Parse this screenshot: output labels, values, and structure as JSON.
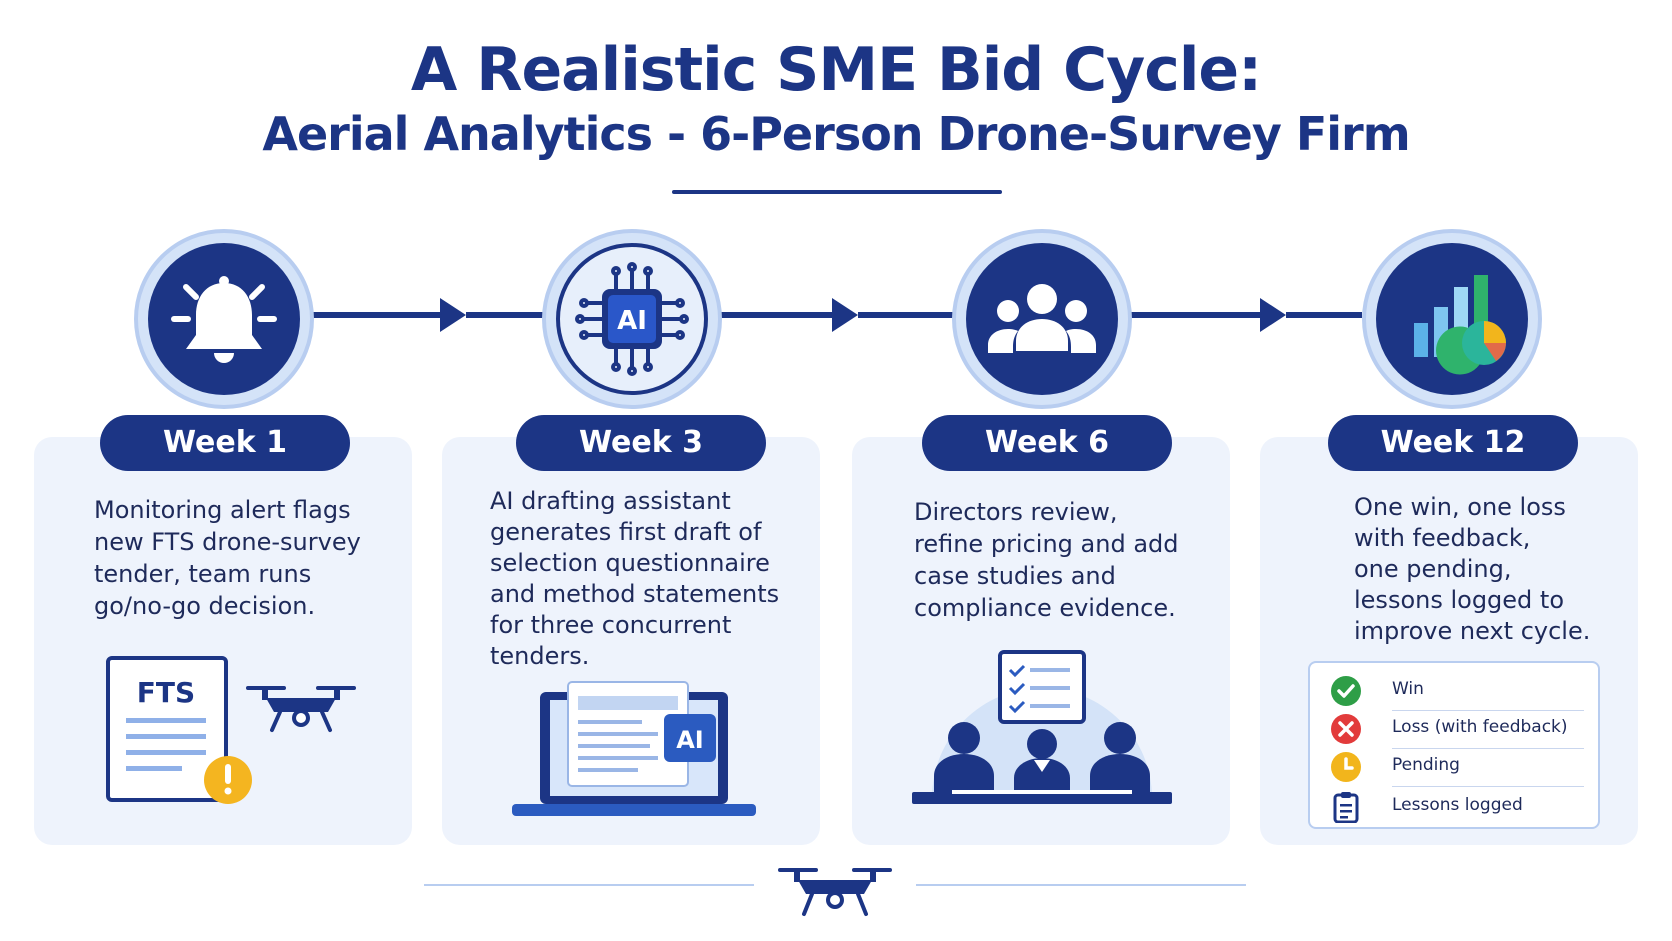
{
  "title": {
    "line1": "A Realistic SME Bid Cycle:",
    "line2": "Aerial Analytics - 6-Person Drone-Survey Firm"
  },
  "colors": {
    "navy": "#1c3585",
    "card_bg": "#eef3fc",
    "win": "#2e9e47",
    "loss": "#e23b3b",
    "pending": "#f2b51c"
  },
  "steps": [
    {
      "week": "Week 1",
      "icon": "bell-alert-icon",
      "lines": [
        "Monitoring alert flags",
        "new FTS drone-survey",
        "tender, team runs",
        "go/no-go decision."
      ],
      "illustration_text": "FTS"
    },
    {
      "week": "Week 3",
      "icon": "ai-chip-icon",
      "chip_label": "AI",
      "lines": [
        "AI drafting assistant",
        "generates first draft of",
        "selection questionnaire",
        "and method statements",
        "for three concurrent",
        "tenders."
      ],
      "illustration_text": "AI"
    },
    {
      "week": "Week 6",
      "icon": "team-group-icon",
      "lines": [
        "Directors review,",
        "refine pricing and add",
        "case studies and",
        "compliance evidence."
      ]
    },
    {
      "week": "Week 12",
      "icon": "analytics-chart-icon",
      "lines": [
        "One win, one loss",
        "with feedback,",
        "one pending,",
        "lessons logged to",
        "improve next cycle."
      ]
    }
  ],
  "legend": [
    {
      "label": "Win",
      "icon": "check-circle-icon"
    },
    {
      "label": "Loss (with feedback)",
      "icon": "cross-circle-icon"
    },
    {
      "label": "Pending",
      "icon": "clock-icon"
    },
    {
      "label": "Lessons logged",
      "icon": "clipboard-icon"
    }
  ]
}
